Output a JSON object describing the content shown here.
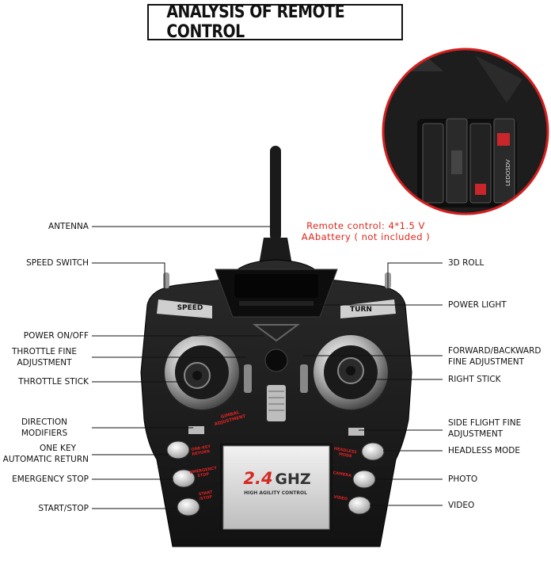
{
  "title": "ANALYSIS OF REMOTE CONTROL",
  "battery_note": {
    "line1": "Remote control: 4*1.5 V",
    "line2": "AAbattery ( not included )"
  },
  "labels_left": {
    "antenna": "ANTENNA",
    "speed_switch": "SPEED SWITCH",
    "power_on_off": "POWER ON/OFF",
    "throttle_fine_1": "THROTTLE FINE",
    "throttle_fine_2": "ADJUSTMENT",
    "throttle_stick": "THROTTLE STICK",
    "direction_1": "DIRECTION",
    "direction_2": "MODIFIERS",
    "one_key_1": "ONE KEY",
    "one_key_2": "AUTOMATIC RETURN",
    "emergency_stop": "EMERGENCY STOP",
    "start_stop": "START/STOP"
  },
  "labels_right": {
    "roll_3d": "3D ROLL",
    "power_light": "POWER LIGHT",
    "fwd_back_1": "FORWARD/BACKWARD",
    "fwd_back_2": "FINE ADJUSTMENT",
    "right_stick": "RIGHT STICK",
    "side_flight_1": "SIDE FLIGHT FINE",
    "side_flight_2": "ADJUSTMENT",
    "headless_mode": "HEADLESS MODE",
    "photo": "PHOTO",
    "video": "VIDEO"
  },
  "device_print": {
    "speed": "SPEED",
    "turn": "TURN",
    "ghz_value": "2.4",
    "ghz_unit": "GHZ",
    "tagline": "HIGH AGILITY CONTROL",
    "gimbal_1": "GIMBAL",
    "gimbal_2": "ADJUSTMENT",
    "btn_one_key_1": "ONE-KEY",
    "btn_one_key_2": "RETURN",
    "btn_emergency_1": "EMERGENCY",
    "btn_emergency_2": "STOP",
    "btn_start_1": "START",
    "btn_start_2": "/STOP",
    "btn_headless_1": "HEADLESS",
    "btn_headless_2": "MODE",
    "btn_camera": "CAMERA",
    "btn_video": "VIDEO",
    "battery_brand": "LEDOSDV"
  },
  "colors": {
    "note": "#e0251b",
    "body": "#1c1c1c",
    "chrome": "#c9c9c9"
  }
}
